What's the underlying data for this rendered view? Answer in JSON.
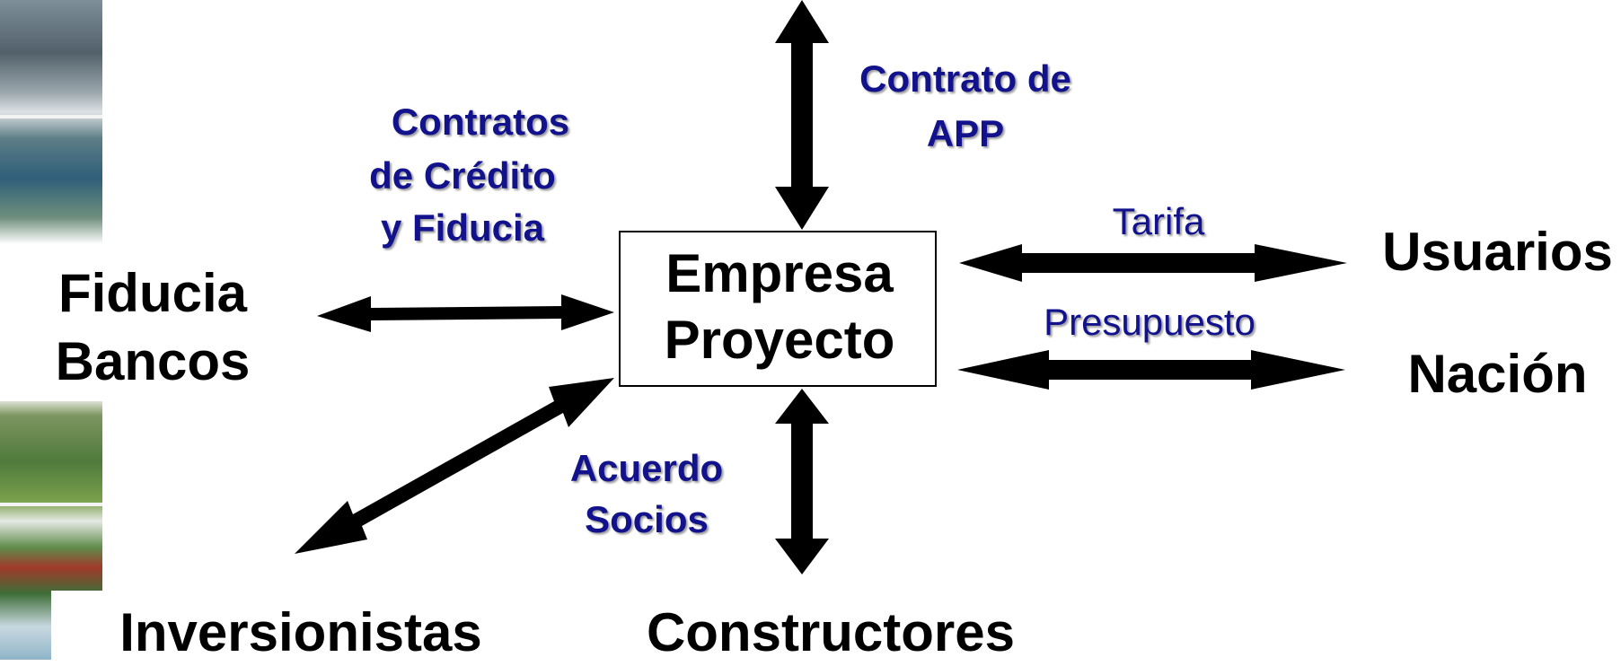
{
  "center": {
    "line1": "Empresa",
    "line2": "Proyecto"
  },
  "entities": {
    "left_line1": "Fiducia",
    "left_line2": "Bancos",
    "bottom_left": "Inversionistas",
    "bottom": "Constructores",
    "right_top": "Usuarios",
    "right_bottom": "Nación"
  },
  "relations": {
    "top": {
      "line1": "Contrato de",
      "line2": "APP"
    },
    "left": {
      "line1": "Contratos",
      "line2": "de Crédito",
      "line3": "y Fiducia"
    },
    "bottom": {
      "line1": "Acuerdo",
      "line2": "Socios"
    },
    "right_top": "Tarifa",
    "right_bottom": "Presupuesto"
  },
  "colors": {
    "relation_text": "#12128c",
    "arrow": "#000000"
  }
}
